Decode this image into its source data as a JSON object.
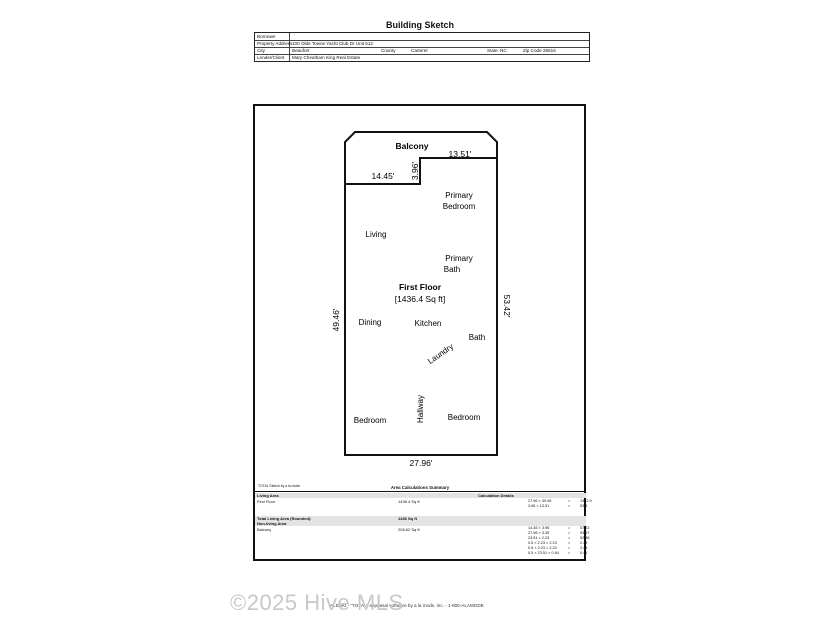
{
  "header": {
    "title": "Building Sketch",
    "borrower_label": "Borrower",
    "borrower_value": "",
    "address_label": "Property Address",
    "address_value": "100 Olde Towne Yacht Club Dr Unit 512",
    "city_label": "City",
    "city_value": "Beaufort",
    "county_label": "County",
    "county_value": "Carteret",
    "state_label": "State",
    "state_value": "NC",
    "zip_label": "Zip Code",
    "zip_value": "28516",
    "lender_label": "Lender/Client",
    "lender_value": "Mary Cheatham King Real Estate"
  },
  "sketch": {
    "balcony_label": "Balcony",
    "dim_top_right": "13.51'",
    "dim_step_width": "14.45'",
    "dim_step_height": "3.96'",
    "dim_left": "49.46'",
    "dim_right": "53.42'",
    "dim_bottom": "27.96'",
    "floor_label": "First Floor",
    "floor_area": "[1436.4 Sq ft]",
    "rooms": {
      "primary_bedroom": "Primary\nBedroom",
      "living": "Living",
      "primary_bath": "Primary\nBath",
      "dining": "Dining",
      "kitchen": "Kitchen",
      "bath": "Bath",
      "laundry": "Laundry",
      "hallway": "Hallway",
      "bedroom_left": "Bedroom",
      "bedroom_right": "Bedroom"
    }
  },
  "summary": {
    "software_note": "TOTAL Sketch by a la mode",
    "title": "Area Calculations Summary",
    "living_area_label": "Living Area",
    "calc_details_label": "Calculation Details",
    "first_floor_label": "First Floor",
    "first_floor_value": "1436.4 Sq ft",
    "total_label": "Total Living Area (Rounded):",
    "total_value": "1436 Sq ft",
    "non_living_label": "Non-living Area",
    "balcony_label": "Balcony",
    "balcony_value": "208.62 Sq ft",
    "living_calcs": [
      {
        "expr": "27.96 × 49.46",
        "eq": "=",
        "val": "1382.9"
      },
      {
        "expr": "3.96 × 13.51",
        "eq": "=",
        "val": "53.5"
      }
    ],
    "balcony_calcs": [
      {
        "expr": "14.45 × 3.96",
        "eq": "=",
        "val": "57.22"
      },
      {
        "expr": "27.96 × 3.35",
        "eq": "=",
        "val": "93.67"
      },
      {
        "expr": "23.51 × 2.23",
        "eq": "=",
        "val": "52.36"
      },
      {
        "expr": "0.5 × 2.23 × 2.23",
        "eq": "=",
        "val": "2.48"
      },
      {
        "expr": "0.5 × 2.23 × 2.23",
        "eq": "=",
        "val": "2.48"
      },
      {
        "expr": "0.5 × 23.51 × 0.84",
        "eq": "=",
        "val": "0.41"
      }
    ]
  },
  "watermark": "©2025 Hive MLS",
  "footer": "ALDSKI - \"TOTAL\" appraisal software by a la mode, inc. - 1-800-ALAMODE"
}
